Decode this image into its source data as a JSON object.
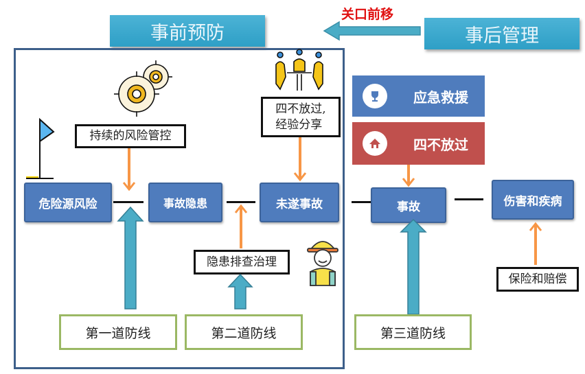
{
  "header": {
    "pre_prevention": "事前预防",
    "post_management": "事后管理",
    "shift_label": "关口前移"
  },
  "stages": [
    {
      "label": "危险源风险"
    },
    {
      "label": "事故隐患"
    },
    {
      "label": "未遂事故"
    },
    {
      "label": "事故"
    },
    {
      "label": "伤害和疾病"
    }
  ],
  "notes": {
    "risk_control": "持续的风险管控",
    "near_miss_line1": "四不放过,",
    "near_miss_line2": "经验分享",
    "hazard_check": "隐患排查治理",
    "insurance": "保险和赔偿"
  },
  "banners": {
    "emergency": {
      "label": "应急救援",
      "icon": "trophy-icon",
      "color": "#4f7cbd"
    },
    "four_no": {
      "label": "四不放过",
      "icon": "home-icon",
      "color": "#c0504d"
    }
  },
  "defenses": {
    "first": "第一道防线",
    "second": "第二道防线",
    "third": "第三道防线"
  },
  "colors": {
    "stage_fill": "#4f7cbd",
    "defense_border": "#9bb864",
    "up_arrow": "#4bacc6",
    "note_arrow": "#f79646",
    "frame": "#3d5f8a"
  }
}
